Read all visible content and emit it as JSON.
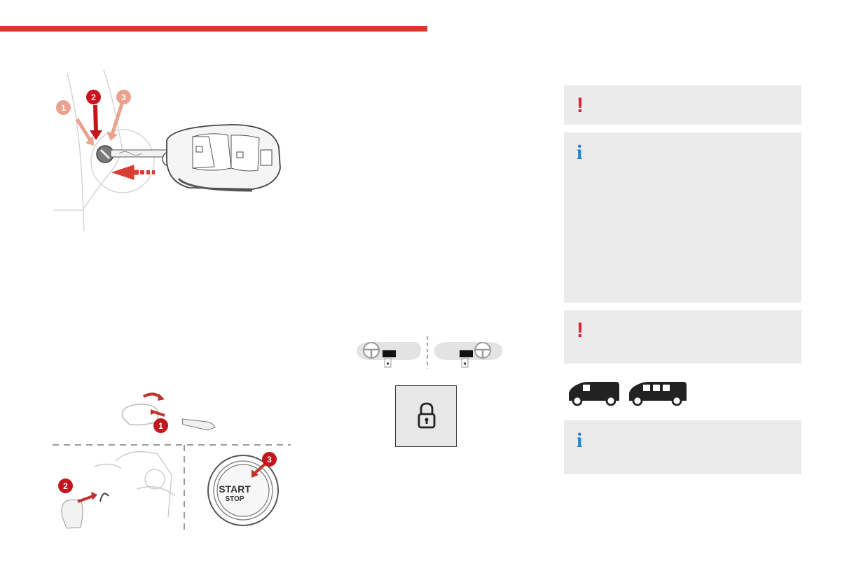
{
  "figure_key": {
    "steps": [
      "1",
      "2",
      "3"
    ]
  },
  "figure_start": {
    "steps": [
      "1",
      "2",
      "3"
    ],
    "button_start": "START",
    "button_stop": "STOP"
  },
  "notes": [
    {
      "type": "warning",
      "icon": "!"
    },
    {
      "type": "info",
      "icon": "i"
    },
    {
      "type": "warning",
      "icon": "!"
    },
    {
      "type": "info",
      "icon": "i"
    }
  ],
  "colors": {
    "accent_red": "#d9382c",
    "warning_red": "#e41c2c",
    "info_blue": "#1a86d0",
    "box_gray": "#ebebeb"
  }
}
